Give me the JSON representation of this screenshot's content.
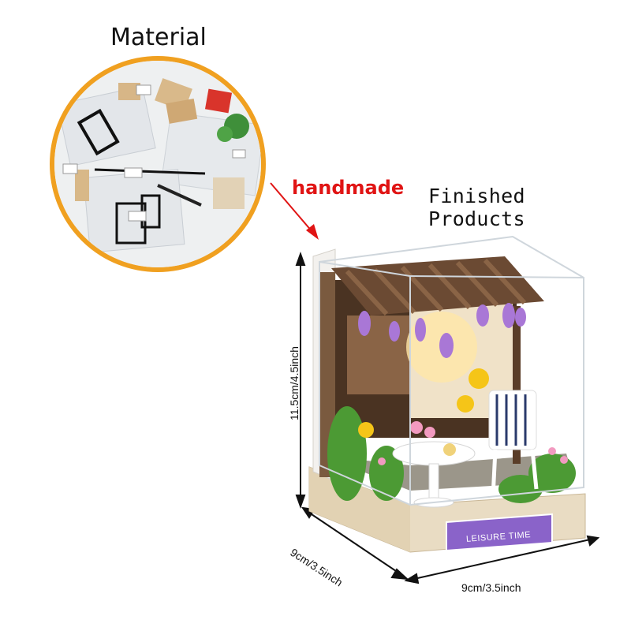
{
  "labels": {
    "material": "Material",
    "handmade": "handmade",
    "finished": "Finished Products"
  },
  "dimensions": {
    "height": "11.5cm/4.5inch",
    "depth": "9cm/3.5inch",
    "width": "9cm/3.5inch"
  },
  "plaque": "LEISURE TIME",
  "colors": {
    "arrow": "#e01414",
    "circle_border": "#f0a020",
    "wood": "#e9dcc3",
    "plaque": "#8a63c9",
    "pergola": "#6b4a33",
    "wisteria": "#a977d6"
  }
}
